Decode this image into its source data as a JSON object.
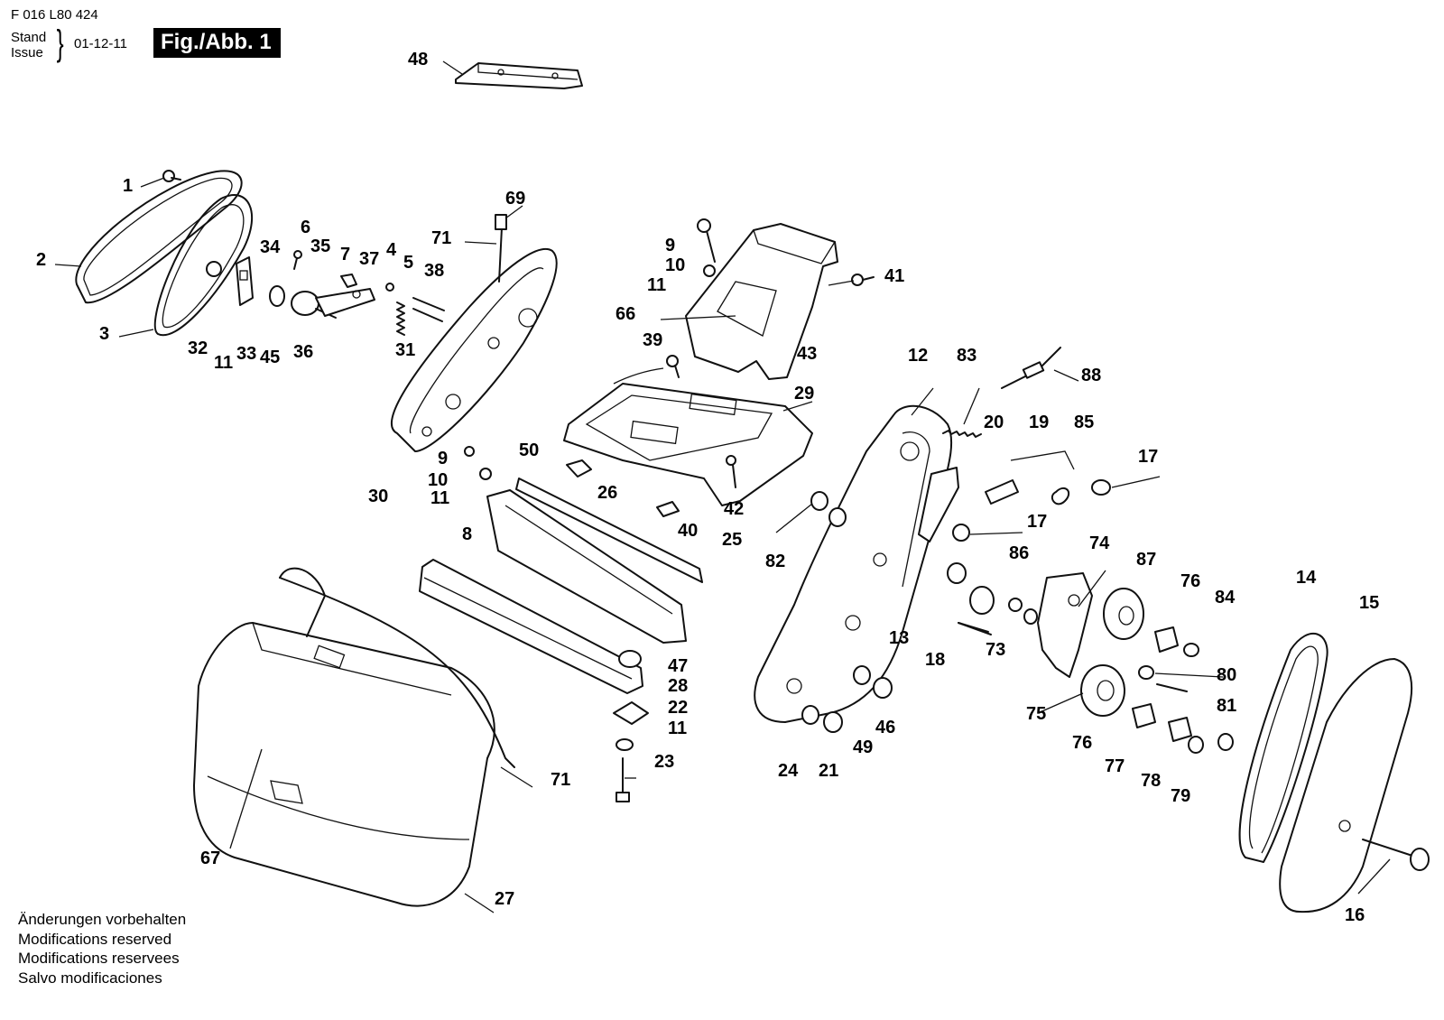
{
  "header": {
    "doc_number": "F 016 L80 424",
    "stand_label": "Stand",
    "issue_label": "Issue",
    "brace": "}",
    "issue_date": "01-12-11",
    "figure_label": "Fig./Abb. 1"
  },
  "footnotes": [
    "Änderungen vorbehalten",
    "Modifications reserved",
    "Modifications reservees",
    "Salvo modificaciones"
  ],
  "callouts": [
    "48",
    "1",
    "69",
    "2",
    "71",
    "6",
    "34",
    "35",
    "7",
    "37",
    "4",
    "5",
    "38",
    "3",
    "32",
    "11",
    "33",
    "45",
    "36",
    "31",
    "30",
    "9",
    "10",
    "11",
    "41",
    "66",
    "43",
    "39",
    "29",
    "12",
    "83",
    "88",
    "20",
    "19",
    "85",
    "17",
    "50",
    "9",
    "10",
    "11",
    "26",
    "42",
    "40",
    "8",
    "25",
    "82",
    "17",
    "86",
    "74",
    "87",
    "76",
    "84",
    "14",
    "15",
    "13",
    "18",
    "73",
    "80",
    "81",
    "75",
    "76",
    "77",
    "78",
    "79",
    "47",
    "28",
    "22",
    "11",
    "23",
    "71",
    "67",
    "27",
    "24",
    "21",
    "49",
    "46",
    "16"
  ]
}
